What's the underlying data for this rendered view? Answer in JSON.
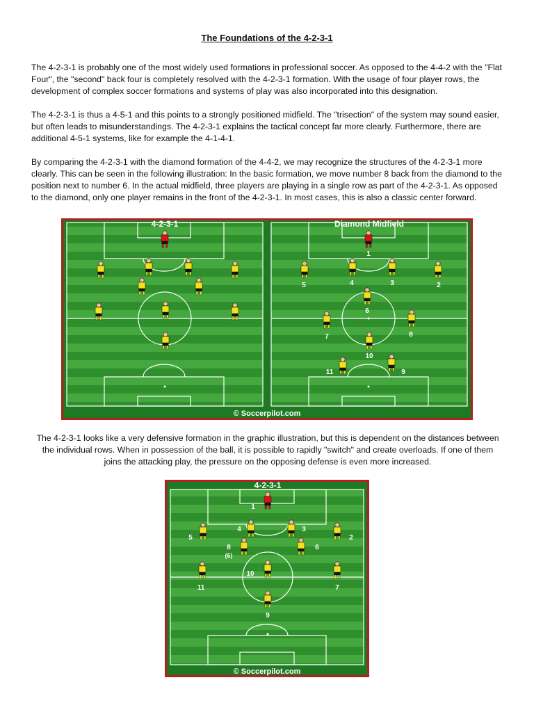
{
  "document": {
    "title": "The Foundations of the 4-2-3-1",
    "paragraphs": [
      "The 4-2-3-1 is probably one of the most widely used formations in professional soccer. As opposed to the 4-4-2 with the \"Flat Four\", the \"second\" back four is completely resolved with the 4-2-3-1 formation. With the usage of four player rows, the development of complex soccer formations and systems of play was also incorporated into this designation.",
      "The 4-2-3-1 is thus a 4-5-1 and this points to a strongly positioned midfield. The \"trisection\" of the system may sound easier, but often leads to misunderstandings. The 4-2-3-1 explains the tactical concept far more clearly. Furthermore, there are additional 4-5-1 systems, like for example the 4-1-4-1.",
      "By comparing the 4-2-3-1 with the diamond formation of the 4-4-2, we may recognize the structures of the 4-2-3-1 more clearly.  This can be seen in the following illustration: In the basic formation, we move number 8 back from the diamond to the position next to number 6. In the actual midfield, three players are playing in a single row as part of the 4-2-3-1. As opposed to the diamond, only one player remains in the front of the 4-2-3-1. In most cases, this is also a classic center forward.",
      "The 4-2-3-1 looks like a very defensive formation in the graphic illustration, but this is dependent on the distances between the individual rows. When in possession of the ball, it is possible to rapidly \"switch\" and create overloads. If one of them joins the attacking play, the pressure on the opposing defense is even more increased."
    ]
  },
  "figure1": {
    "left_title": "4-2-3-1",
    "right_title": "Diamond Midfield",
    "credit": "© Soccerpilot.com",
    "diamond_labels": [
      "1",
      "5",
      "4",
      "3",
      "2",
      "6",
      "7",
      "8",
      "10",
      "11",
      "9"
    ]
  },
  "figure2": {
    "title": "4-2-3-1",
    "credit": "© Soccerpilot.com",
    "labels": [
      "1",
      "5",
      "4",
      "3",
      "2",
      "8",
      "(6)",
      "6",
      "10",
      "11",
      "7",
      "9"
    ]
  },
  "colors": {
    "grass_dark": "#2f8f2c",
    "grass_light": "#45a83e",
    "frame_red": "#b22222",
    "keeper": "#e01010",
    "player": "#f2e21a",
    "shorts": "#111111"
  }
}
